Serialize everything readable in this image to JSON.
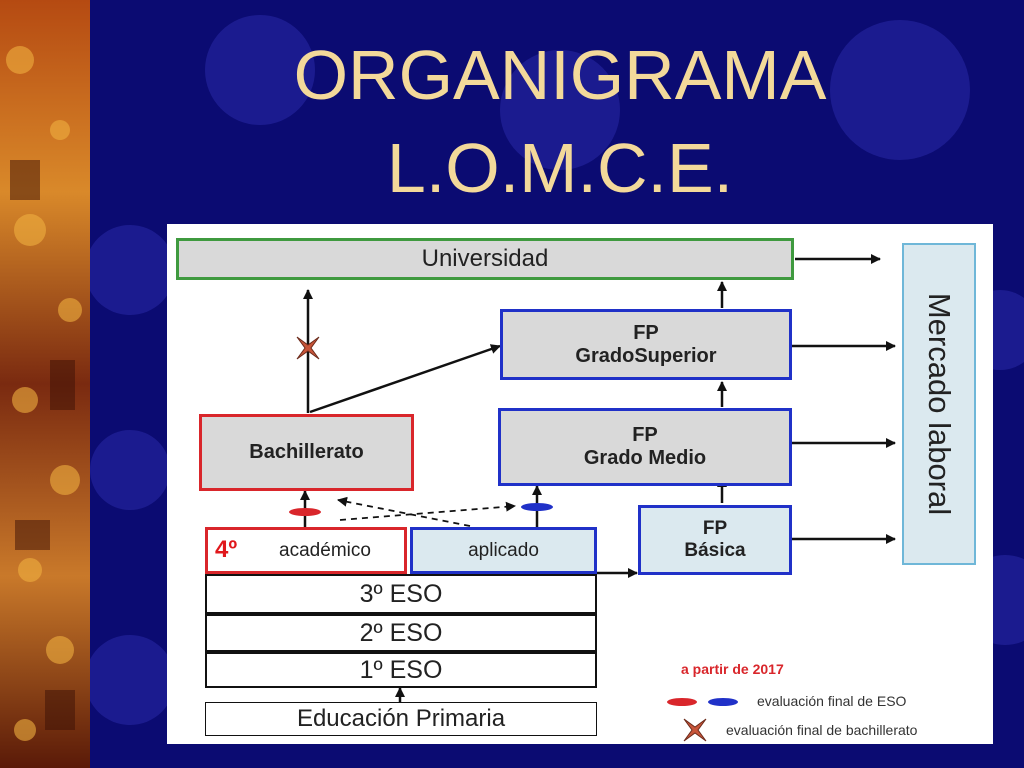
{
  "slide": {
    "title_line1": "ORGANIGRAMA",
    "title_line2": "L.O.M.C.E."
  },
  "diagram": {
    "universidad": "Universidad",
    "mercado_laboral": "Mercado laboral",
    "fp_superior_line1": "FP",
    "fp_superior_line2": "GradoSuperior",
    "fp_medio_line1": "FP",
    "fp_medio_line2": "Grado Medio",
    "fp_basica_line1": "FP",
    "fp_basica_line2": "Básica",
    "bachillerato": "Bachillerato",
    "cuarto": "4º",
    "academico": "académico",
    "aplicado": "aplicado",
    "eso3": "3º ESO",
    "eso2": "2º ESO",
    "eso1": "1º ESO",
    "primaria": "Educación Primaria"
  },
  "legend": {
    "heading": "a partir de 2017",
    "eso_eval": "evaluación final de ESO",
    "bach_eval": "evaluación final de bachillerato"
  },
  "colors": {
    "background": "#0b0b72",
    "title": "#f3d99a",
    "eso_marker_red": "#d9262b",
    "eso_marker_blue": "#2031c8",
    "legend_heading": "#d9262b"
  }
}
